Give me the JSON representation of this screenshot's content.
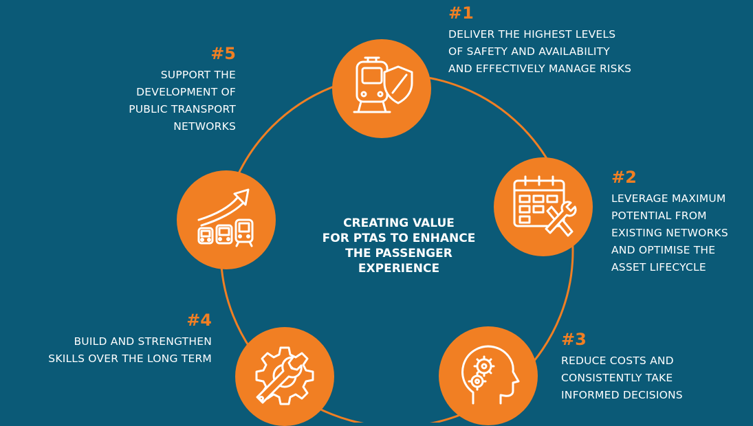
{
  "colors": {
    "background": "#0b5a77",
    "accent": "#f17f23",
    "text": "#ffffff"
  },
  "center_lines": [
    "CREATING VALUE",
    "FOR PTAS TO ENHANCE",
    "THE PASSENGER",
    "EXPERIENCE"
  ],
  "objectives": [
    {
      "num": "#1",
      "icon": "train-shield-icon",
      "lines": [
        "DELIVER THE HIGHEST LEVELS",
        "OF SAFETY AND AVAILABILITY",
        "AND EFFECTIVELY MANAGE RISKS"
      ]
    },
    {
      "num": "#2",
      "icon": "calendar-tools-icon",
      "lines": [
        "LEVERAGE MAXIMUM",
        "POTENTIAL FROM",
        "EXISTING NETWORKS",
        "AND OPTIMISE THE",
        "ASSET LIFECYCLE"
      ]
    },
    {
      "num": "#3",
      "icon": "head-gears-icon",
      "lines": [
        "REDUCE COSTS AND",
        "CONSISTENTLY TAKE",
        "INFORMED DECISIONS"
      ]
    },
    {
      "num": "#4",
      "icon": "gear-wrench-icon",
      "lines": [
        "BUILD AND STRENGTHEN",
        "SKILLS OVER THE LONG TERM"
      ]
    },
    {
      "num": "#5",
      "icon": "growth-arrow-trains-icon",
      "lines": [
        "SUPPORT THE",
        "DEVELOPMENT OF",
        "PUBLIC TRANSPORT",
        "NETWORKS"
      ]
    }
  ]
}
